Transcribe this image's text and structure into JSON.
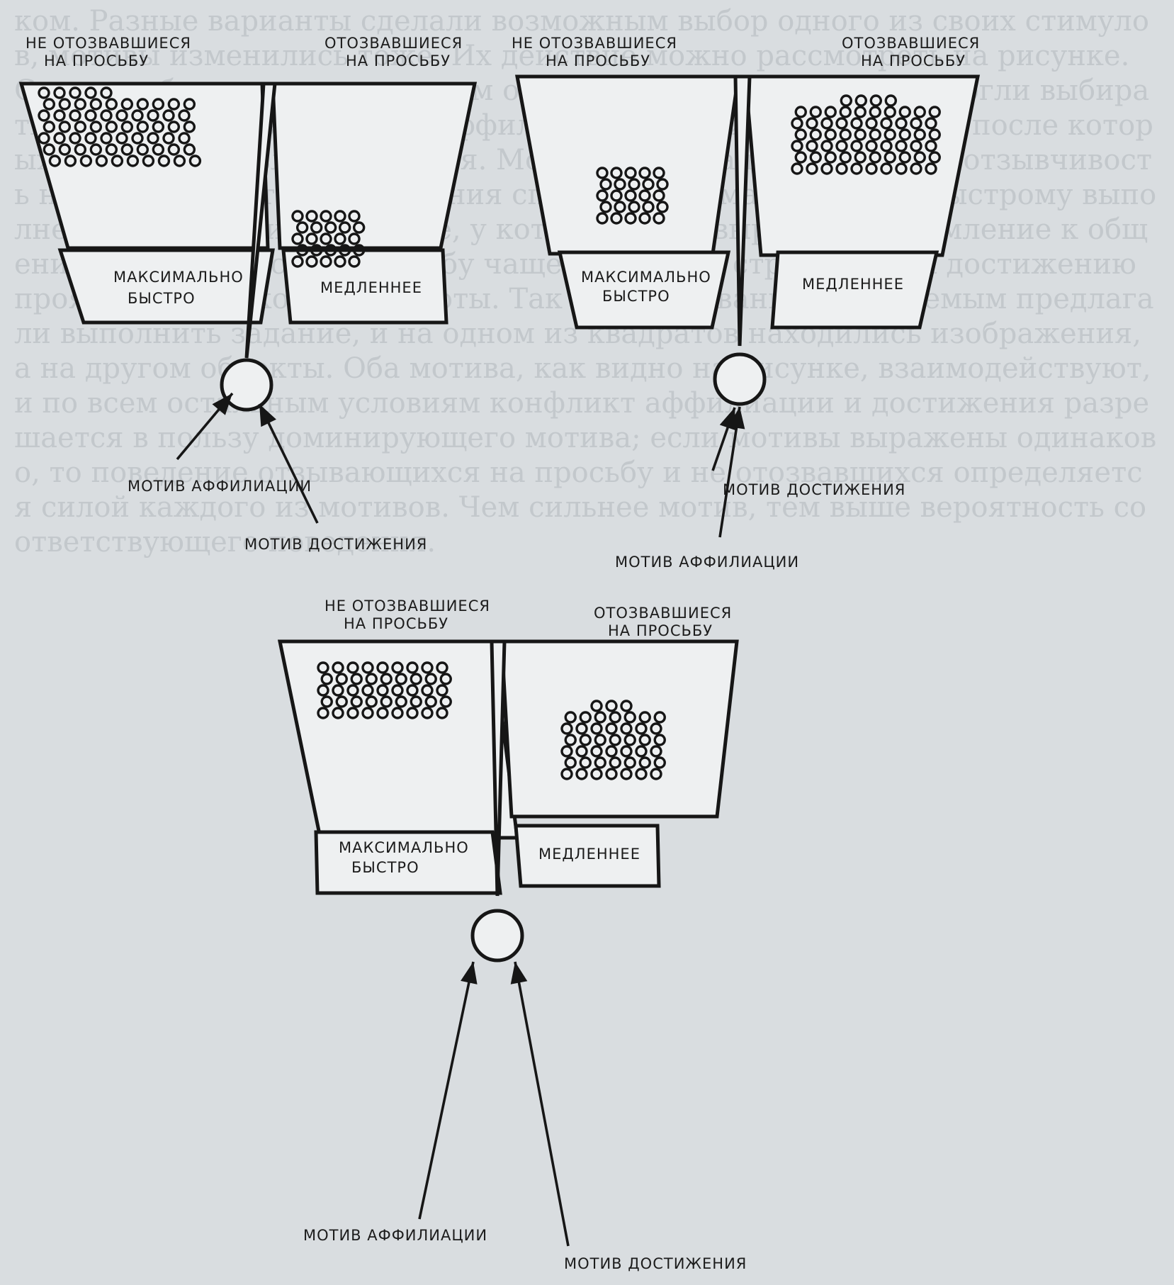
{
  "background_text": "ком. Разные варианты сделали возможным выбор одного из своих стимулов, мотивы изменились тоже. Их действие можно рассмотреть на рисунке. Стимулы были выделены таким образом, чтобы испытуемые могли выбирать; в этих условиях и мотив аффилиации, и мотив достижения, после которых были предъявлены задания. Мотив аффилиации усиливает отзывчивость на просьбу, мотив достижения способствует максимально быстрому выполнению работы; испытуемые, у которых было выражено стремление к общению, откликались на просьбу чаще, тогда как стремление к достижению проявлялось в скорости работы. Так в исследовании испытуемым предлагали выполнить задание, и на одном из квадратов находились изображения, а на другом объекты. Оба мотива, как видно на рисунке, взаимодействуют, и по всем остальным условиям конфликт аффилиации и достижения разрешается в пользу доминирующего мотива; если мотивы выражены одинаково, то поведение отзывающихся на просьбу и не отозвавшихся определяется силой каждого из мотивов. Чем сильнее мотив, тем выше вероятность соответствующего поведения.",
  "panels": [
    {
      "not_responded": [
        "НЕ ОТОЗВАВШИЕСЯ",
        "НА ПРОСЬБУ"
      ],
      "responded": [
        "ОТОЗВАВШИЕСЯ",
        "НА ПРОСЬБУ"
      ],
      "fast": [
        "МАКСИМАЛЬНО",
        "БЫСТРО"
      ],
      "slow": "МЕДЛЕННЕЕ",
      "motive_left": "МОТИВ АФФИЛИАЦИИ",
      "motive_right": "МОТИВ ДОСТИЖЕНИЯ",
      "dominant": "left",
      "count_not_responded": 65,
      "count_responded": 25
    },
    {
      "not_responded": [
        "НЕ ОТОЗВАВШИЕСЯ",
        "НА ПРОСЬБУ"
      ],
      "responded": [
        "ОТОЗВАВШИЕСЯ",
        "НА ПРОСЬБУ"
      ],
      "fast": [
        "МАКСИМАЛЬНО",
        "БЫСТРО"
      ],
      "slow": "МЕДЛЕННЕЕ",
      "motive_left": "МОТИВ АФФИЛИАЦИИ",
      "motive_right": "МОТИВ ДОСТИЖЕНИЯ",
      "dominant": "right",
      "count_not_responded": 25,
      "count_responded": 64
    },
    {
      "not_responded": [
        "НЕ ОТОЗВАВШИЕСЯ",
        "НА ПРОСЬБУ"
      ],
      "responded": [
        "ОТОЗВАВШИЕСЯ",
        "НА ПРОСЬБУ"
      ],
      "fast": [
        "МАКСИМАЛЬНО",
        "БЫСТРО"
      ],
      "slow": "МЕДЛЕННЕЕ",
      "motive_left": "МОТИВ АФФИЛИАЦИИ",
      "motive_right": "МОТИВ ДОСТИЖЕНИЯ",
      "dominant": "equal",
      "count_not_responded": 45,
      "count_responded": 45
    }
  ]
}
